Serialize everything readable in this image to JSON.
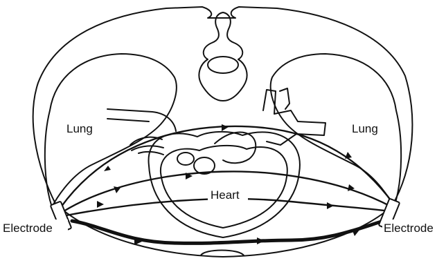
{
  "labels": {
    "lung_left": "Lung",
    "lung_right": "Lung",
    "heart": "Heart",
    "electrode_left": "Electrode",
    "electrode_right": "Electrode"
  },
  "colors": {
    "ink": "#111111",
    "background": "#ffffff"
  }
}
